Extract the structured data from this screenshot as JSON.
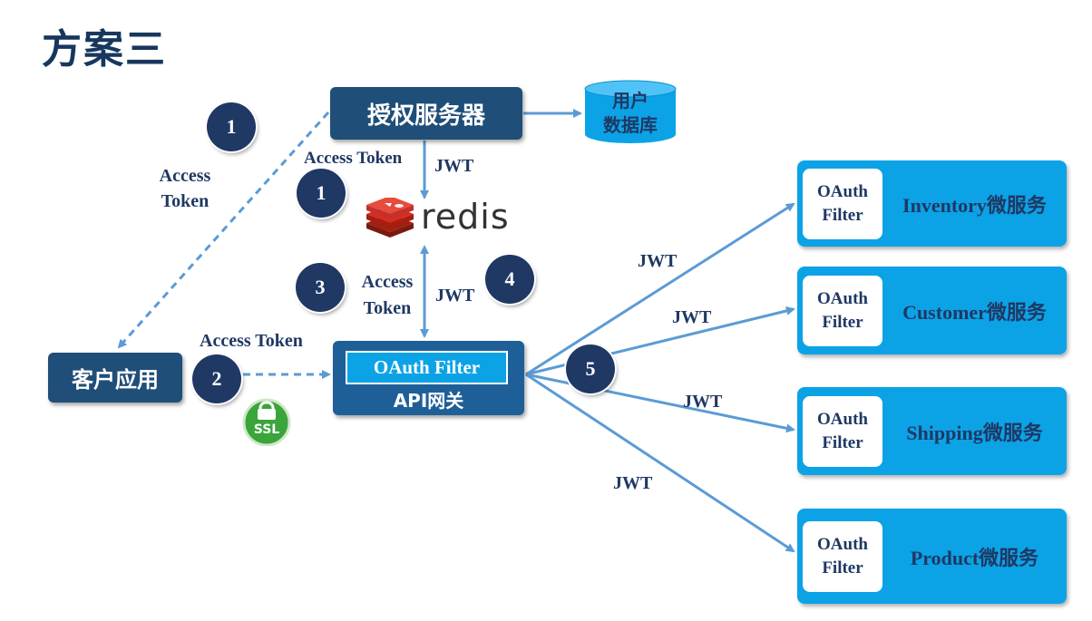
{
  "title": "方案三",
  "auth_server": {
    "label": "授权服务器"
  },
  "user_db": {
    "label": "用户\n数据库"
  },
  "redis": {
    "label": "redis"
  },
  "client_app": {
    "label": "客户应用"
  },
  "gateway": {
    "filter_label": "OAuth Filter",
    "label": "API网关"
  },
  "ssl": {
    "label": "SSL"
  },
  "steps": {
    "s1a": "1",
    "s1b": "1",
    "s2": "2",
    "s3": "3",
    "s4": "4",
    "s5": "5"
  },
  "labels": {
    "access_token_1": "Access\nToken",
    "access_token_top": "Access Token",
    "jwt_top": "JWT",
    "access_token_3": "Access\nToken",
    "jwt_4": "JWT",
    "access_token_2": "Access Token",
    "jwt_inventory": "JWT",
    "jwt_customer": "JWT",
    "jwt_shipping": "JWT",
    "jwt_product": "JWT"
  },
  "services": [
    {
      "filter": "OAuth\nFilter",
      "name": "Inventory微服务"
    },
    {
      "filter": "OAuth\nFilter",
      "name": "Customer微服务"
    },
    {
      "filter": "OAuth\nFilter",
      "name": "Shipping微服务"
    },
    {
      "filter": "OAuth\nFilter",
      "name": "Product微服务"
    }
  ],
  "colors": {
    "navy": "#1f4e79",
    "accent_blue": "#0ba3e6",
    "arrow": "#5b9bd5",
    "text_dark": "#1f3864",
    "redis_red": "#c6302b",
    "ssl_green": "#3aa53a"
  }
}
